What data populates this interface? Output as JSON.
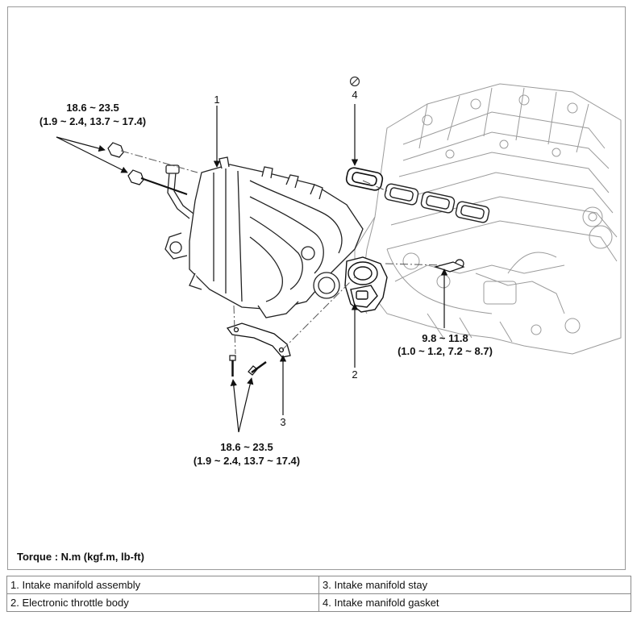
{
  "callouts": {
    "c1": "1",
    "c2": "2",
    "c3": "3",
    "c4": "4"
  },
  "torques": {
    "top_left": {
      "nm": "18.6 ~ 23.5",
      "alt": "(1.9 ~ 2.4, 13.7 ~ 17.4)"
    },
    "bottom": {
      "nm": "18.6 ~ 23.5",
      "alt": "(1.9 ~ 2.4, 13.7 ~ 17.4)"
    },
    "right": {
      "nm": "9.8 ~ 11.8",
      "alt": "(1.0 ~ 1.2, 7.2 ~ 8.7)"
    }
  },
  "torque_note": "Torque : N.m (kgf.m, lb-ft)",
  "legend": {
    "item1": "1. Intake manifold assembly",
    "item2": "2. Electronic throttle body",
    "item3": "3. Intake manifold stay",
    "item4": "4. Intake manifold gasket"
  },
  "icons": {
    "do_not_reuse": "prohibition-icon"
  }
}
